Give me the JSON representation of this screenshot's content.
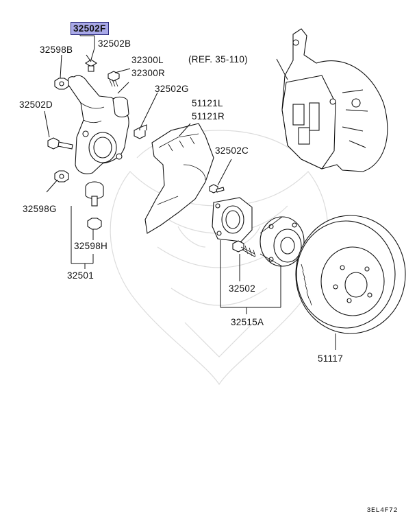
{
  "labels": {
    "p32502F": "32502F",
    "p32598B": "32598B",
    "p32502B": "32502B",
    "p32300L": "32300L",
    "p32300R": "32300R",
    "p32502G": "32502G",
    "p32502D": "32502D",
    "p51121L": "51121L",
    "p51121R": "51121R",
    "p32502C": "32502C",
    "p32598G": "32598G",
    "p32598H": "32598H",
    "p32501": "32501",
    "p32502": "32502",
    "p32515A": "32515A",
    "p51117": "51117",
    "ref": "(REF. 35-110)"
  },
  "highlight_color": "#a9a9e8",
  "diagram_code": "3EL4F72"
}
